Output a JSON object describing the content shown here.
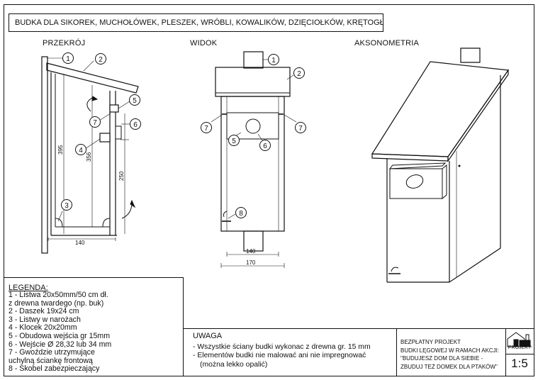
{
  "title": "BUDKA DLA SIKOREK, MUCHOŁÓWEK, PLESZEK, WRÓBLI, KOWALIKÓW, DZIĘCIOŁKÓW, KRĘTOGŁOWÓW",
  "views": {
    "section": "PRZEKRÓJ",
    "front": "WIDOK",
    "axonometric": "AKSONOMETRIA"
  },
  "callouts": [
    "1",
    "2",
    "3",
    "4",
    "5",
    "6",
    "7",
    "8"
  ],
  "dimensions": {
    "d395": "395",
    "d356": "356",
    "d250": "250",
    "d140": "140",
    "d170": "170"
  },
  "legend": {
    "title": "LEGENDA:",
    "items": [
      "1 - Listwa 20x50mm/50 cm dł.",
      "z drewna twardego (np. buk)",
      "2 - Daszek 19x24 cm",
      "3 - Listwy w narożach",
      "4 - Klocek 20x20mm",
      "5 - Obudowa wejścia gr 15mm",
      "6 - Wejście Ø 28,32 lub 34 mm",
      "7 - Gwoździe utrzymujące",
      "uchylną ściankę frontową",
      "8 - Skobel zabezpieczający"
    ]
  },
  "notes": {
    "title": "UWAGA",
    "items": [
      "- Wszystkie ściany budki wykonac z drewna gr. 15 mm",
      "- Elementów budki nie malować ani nie impregnować",
      "(można lekko opalić)"
    ]
  },
  "project": {
    "lines": [
      "BEZPŁATNY PROJEKT",
      "BUDKI LĘGOWEJ W RAMACH AKCJI:",
      "\"BUDUJESZ DOM DLA SIEBIE -",
      "ZBUDUJ TEŻ DOMEK DLA PTAKÓW\""
    ],
    "logo_text": "PROJEKT",
    "scale": "1:5"
  }
}
